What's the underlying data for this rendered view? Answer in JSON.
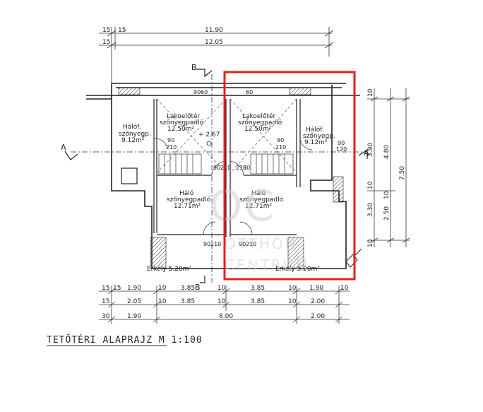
{
  "top_dims": {
    "outer_left": "15",
    "inner_left": "15",
    "overall_inner": "11.90",
    "overall_outer": "12.05"
  },
  "section_marks": {
    "b_top": "B",
    "b_bottom": "B",
    "a_left": "A",
    "a_right": "A"
  },
  "rooms": {
    "living_left": [
      "Lakoelőtér",
      "szőnyegpadló",
      "12.50m²"
    ],
    "living_right": [
      "Lakoelőtér",
      "szőnyegpadló",
      "12.50m²"
    ],
    "bed_small_left": [
      "Hálóf.",
      "szőnyegp.",
      "9.12m²"
    ],
    "bed_small_right": [
      "Hálóf.",
      "szőnyegp.",
      "9.12m²"
    ],
    "bed_left": [
      "Háló",
      "szőnyegpadló",
      "12.71m²"
    ],
    "bed_right": [
      "Háló",
      "szőnyegpadló",
      "12.71m²"
    ],
    "balcony_left": "Erkély  5.20m²",
    "balcony_right": "Erkély  5.20m²"
  },
  "level": "+ 2.67",
  "door_labels": {
    "d90": "90",
    "d210": "210",
    "d60": "60",
    "d120": "120"
  },
  "right_dims": {
    "c1": [
      "10",
      "3.90",
      "10",
      "3.30",
      "10"
    ],
    "c2": [
      "4.80",
      "10",
      "2.50"
    ],
    "c3": [
      "7.50"
    ]
  },
  "bottom_dims": {
    "row1": [
      "15",
      "15",
      "1.90",
      "10",
      "3.85",
      "10",
      "3.85",
      "10",
      "1.90",
      "10"
    ],
    "row2": [
      "15",
      "2.05",
      "10",
      "3.85",
      "10",
      "3.85",
      "10",
      "2.00"
    ],
    "row3": [
      "30",
      "1.90",
      "8.00",
      "2.00"
    ]
  },
  "title": "TETŐTÉRI ALAPRAJZ  M 1:100",
  "watermark": {
    "logo": "OC",
    "line1": "OTTHON",
    "line2": "CENTRUM"
  },
  "highlight_color": "#e0221e"
}
